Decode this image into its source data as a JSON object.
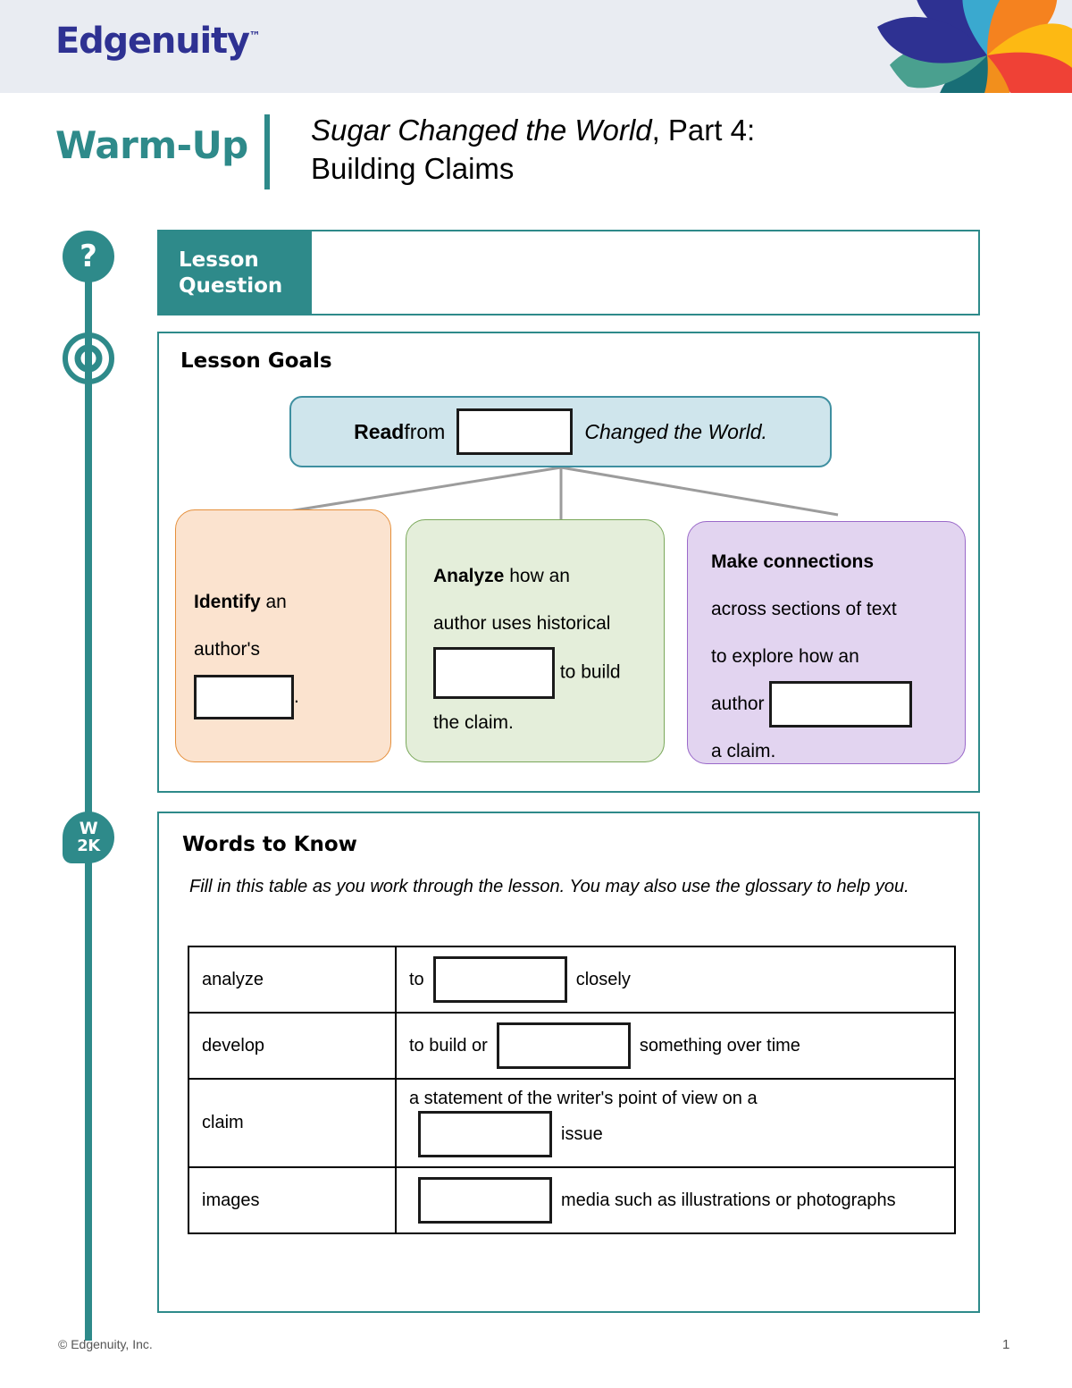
{
  "header": {
    "logo_text": "Edgenuity",
    "logo_tm": "™",
    "brand_color": "#2e3192",
    "bg_color": "#e9ecf2"
  },
  "title": {
    "kicker": "Warm-Up",
    "accent_color": "#2e8a8a",
    "main_italic": "Sugar Changed the World",
    "main_rest": ", Part 4:",
    "subtitle": "Building Claims"
  },
  "lesson_question": {
    "label_line1": "Lesson",
    "label_line2": "Question",
    "answer_value": "",
    "icon": "question-mark-icon"
  },
  "lesson_goals": {
    "heading": "Lesson Goals",
    "icon": "target-icon",
    "read_card": {
      "bold": "Read",
      "text_before": " from ",
      "blank_value": "",
      "text_after": "Changed the World.",
      "fill": "#cfe5ec",
      "border": "#3e8fa0"
    },
    "cards": [
      {
        "name": "identify",
        "bold": "Identify",
        "line1_rest": " an",
        "line2": "author's",
        "blank_value": "",
        "line3": ".",
        "fill": "#fbe3cf",
        "border": "#e58f3b"
      },
      {
        "name": "analyze",
        "bold": "Analyze",
        "line1_rest": " how an",
        "line2": "author uses historical",
        "blank_value": "",
        "line3": "to build",
        "line4": "the claim.",
        "fill": "#e4eeda",
        "border": "#7aa85a"
      },
      {
        "name": "make-connections",
        "bold": "Make connections",
        "line1_rest": "",
        "line2": "across sections of text",
        "line3": "to explore how an",
        "line4_before": "author",
        "blank_value": "",
        "line5": "a claim.",
        "fill": "#e2d4f0",
        "border": "#9a69c9"
      }
    ]
  },
  "words_to_know": {
    "heading": "Words to Know",
    "icon": "w2k-speech-bubble-icon",
    "icon_line1": "W",
    "icon_line2": "2K",
    "instructions": "Fill in this table as you work through the lesson. You may also use the glossary to help you.",
    "rows": [
      {
        "term": "analyze",
        "before": "to",
        "blank_value": "",
        "after": "closely",
        "top_line": ""
      },
      {
        "term": "develop",
        "before": "to build or",
        "blank_value": "",
        "after": "something over time",
        "top_line": ""
      },
      {
        "term": "claim",
        "before": "",
        "blank_value": "",
        "after": "issue",
        "top_line": "a statement of the writer's point of view on a"
      },
      {
        "term": "images",
        "before": "",
        "blank_value": "",
        "after": "media such as illustrations or photographs",
        "top_line": ""
      }
    ]
  },
  "footer": {
    "copyright": "© Edgenuity, Inc.",
    "page_number": "1"
  }
}
